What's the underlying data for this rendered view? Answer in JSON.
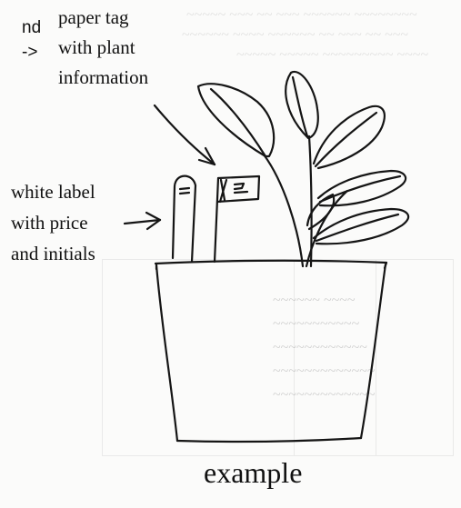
{
  "fragment": {
    "line1": "nd",
    "line2": "->"
  },
  "labels": {
    "paper_tag": [
      "paper tag",
      "with plant",
      "information"
    ],
    "white_label": [
      "white label",
      "with price",
      "and initials"
    ]
  },
  "caption": "example"
}
